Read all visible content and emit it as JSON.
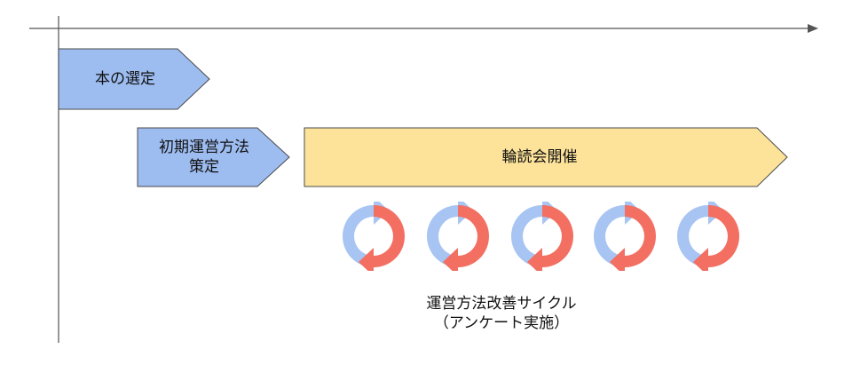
{
  "phases": {
    "book_selection": "本の選定",
    "method_line1": "初期運営方法",
    "method_line2": "策定",
    "reading_sessions": "輪読会開催"
  },
  "cycle_caption": {
    "line1": "運営方法改善サイクル",
    "line2": "（アンケート実施）"
  },
  "cycle_count": 5,
  "colors": {
    "blue_phase": "#9dbcf0",
    "yellow_phase": "#fde39a",
    "cycle_blue": "#a7c4f2",
    "cycle_red": "#f26f62",
    "axis": "#555555"
  }
}
